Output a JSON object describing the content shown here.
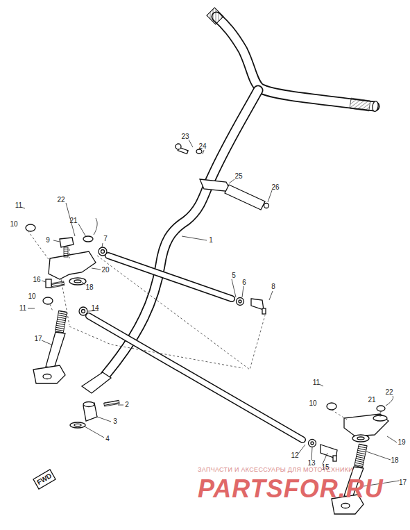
{
  "diagram": {
    "labels": [
      "23",
      "24",
      "25",
      "26",
      "22",
      "11",
      "21",
      "10",
      "1",
      "7",
      "9",
      "20",
      "5",
      "6",
      "8",
      "16",
      "18",
      "10",
      "11",
      "14",
      "17",
      "11",
      "10",
      "22",
      "21",
      "2",
      "3",
      "19",
      "4",
      "18",
      "12",
      "13",
      "15",
      "17",
      "FWD",
      "ЗАПЧАСТИ И АКСЕССУАРЫ ДЛЯ МОТОТЕХНИКИ",
      "PARTSFOR.RU"
    ]
  }
}
